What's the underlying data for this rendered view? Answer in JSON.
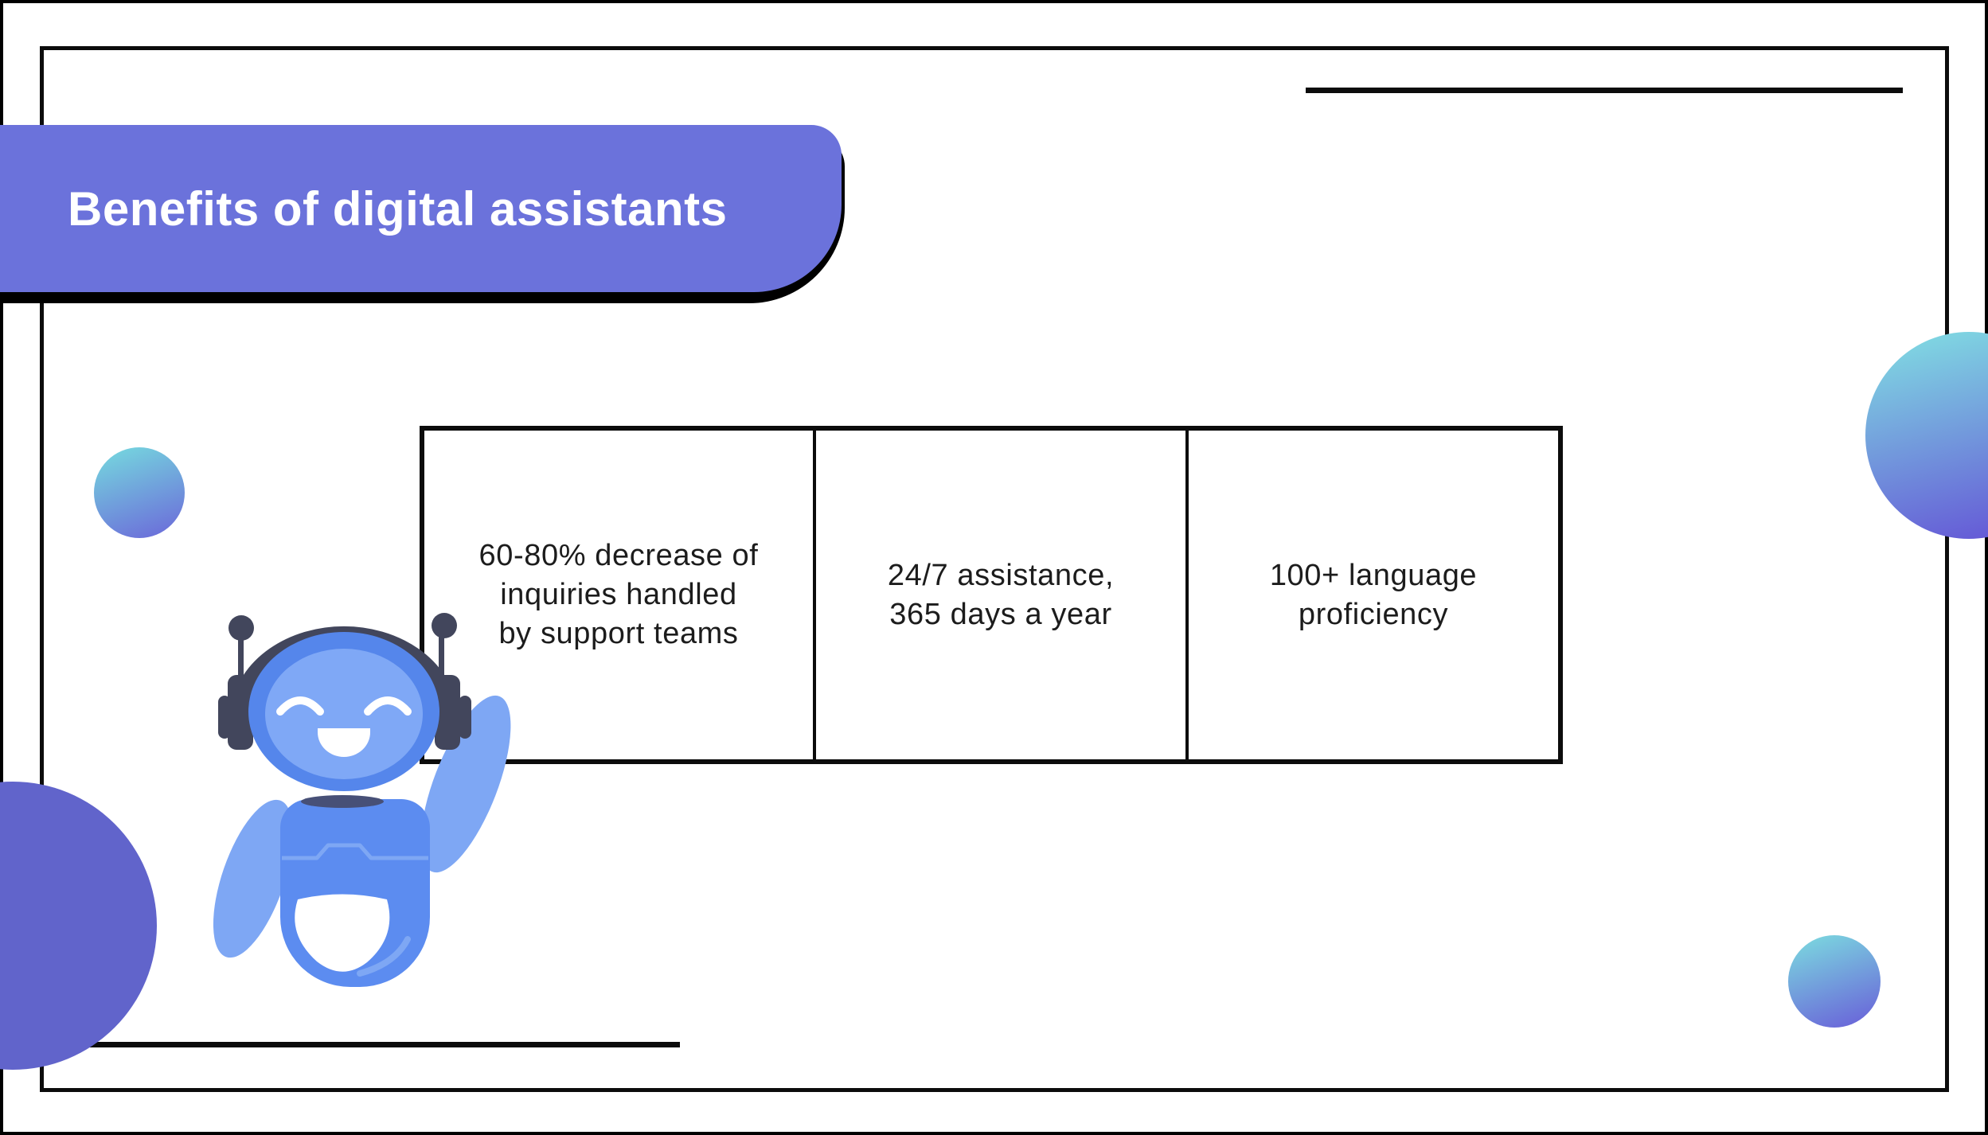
{
  "slide": {
    "title": "Benefits of digital assistants"
  },
  "benefits_table": {
    "cells": [
      {
        "lines": [
          "60-80% decrease of",
          "inquiries handled",
          "by support teams"
        ]
      },
      {
        "lines": [
          "24/7 assistance,",
          "365 days a year"
        ]
      },
      {
        "lines": [
          "100+ language",
          "proficiency"
        ]
      }
    ]
  },
  "icons": {
    "mascot": "robot-mascot"
  },
  "colors": {
    "banner": "#6B72DB",
    "banner_shadow": "#000000",
    "frame_border": "#0C0C0C",
    "body_text": "#1C1C1C",
    "big_left_circle": "#6164CB",
    "gradient_teal": "#79D7E0",
    "gradient_purple": "#6455D6",
    "robot_blue": "#5586EB",
    "robot_light_blue": "#7EA7F4",
    "robot_dark": "#42465C"
  }
}
